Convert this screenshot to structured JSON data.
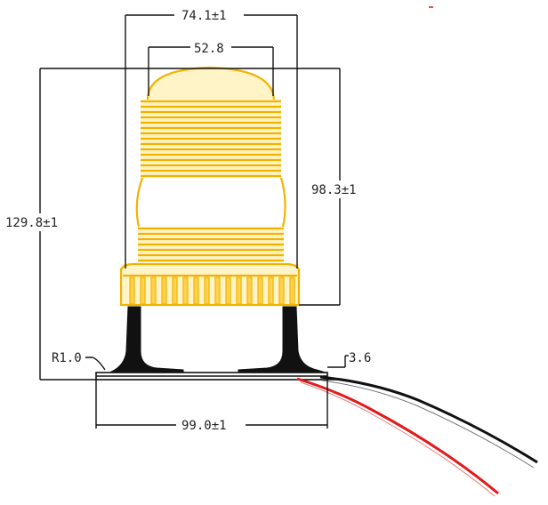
{
  "dimensions": {
    "top_width": "74.1±1",
    "dome_width": "52.8",
    "total_height": "129.8±1",
    "lamp_height": "98.3±1",
    "fillet_radius": "R1.0",
    "base_thickness": "3.6",
    "base_width": "99.0±1"
  },
  "colors": {
    "lamp": "#f2b300",
    "lamp_fill": "#ffd24d",
    "bracket": "#111111",
    "wire_red": "#e01b1b",
    "wire_black": "#111111"
  }
}
